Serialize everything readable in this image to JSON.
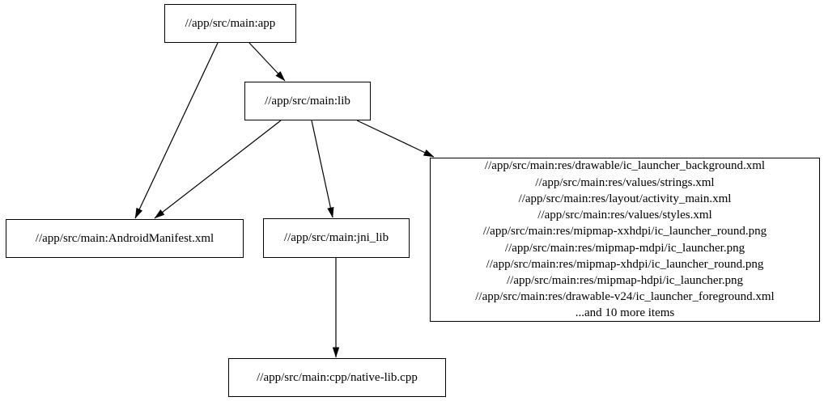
{
  "diagram": {
    "type": "dependency-graph",
    "background_color": "#ffffff",
    "node_border_color": "#000000",
    "edge_color": "#000000",
    "text_color": "#000000",
    "nodes": [
      {
        "id": "app",
        "label": "//app/src/main:app"
      },
      {
        "id": "lib",
        "label": "//app/src/main:lib"
      },
      {
        "id": "manifest",
        "label": "//app/src/main:AndroidManifest.xml"
      },
      {
        "id": "jni_lib",
        "label": "//app/src/main:jni_lib"
      },
      {
        "id": "res_group",
        "lines": [
          "//app/src/main:res/drawable/ic_launcher_background.xml",
          "//app/src/main:res/values/strings.xml",
          "//app/src/main:res/layout/activity_main.xml",
          "//app/src/main:res/values/styles.xml",
          "//app/src/main:res/mipmap-xxhdpi/ic_launcher_round.png",
          "//app/src/main:res/mipmap-mdpi/ic_launcher.png",
          "//app/src/main:res/mipmap-xhdpi/ic_launcher_round.png",
          "//app/src/main:res/mipmap-hdpi/ic_launcher.png",
          "//app/src/main:res/drawable-v24/ic_launcher_foreground.xml",
          "...and 10 more items"
        ]
      },
      {
        "id": "cpp",
        "label": "//app/src/main:cpp/native-lib.cpp"
      }
    ],
    "edges": [
      {
        "from": "app",
        "to": "lib"
      },
      {
        "from": "app",
        "to": "manifest"
      },
      {
        "from": "lib",
        "to": "manifest"
      },
      {
        "from": "lib",
        "to": "jni_lib"
      },
      {
        "from": "lib",
        "to": "res_group"
      },
      {
        "from": "jni_lib",
        "to": "cpp"
      }
    ]
  }
}
